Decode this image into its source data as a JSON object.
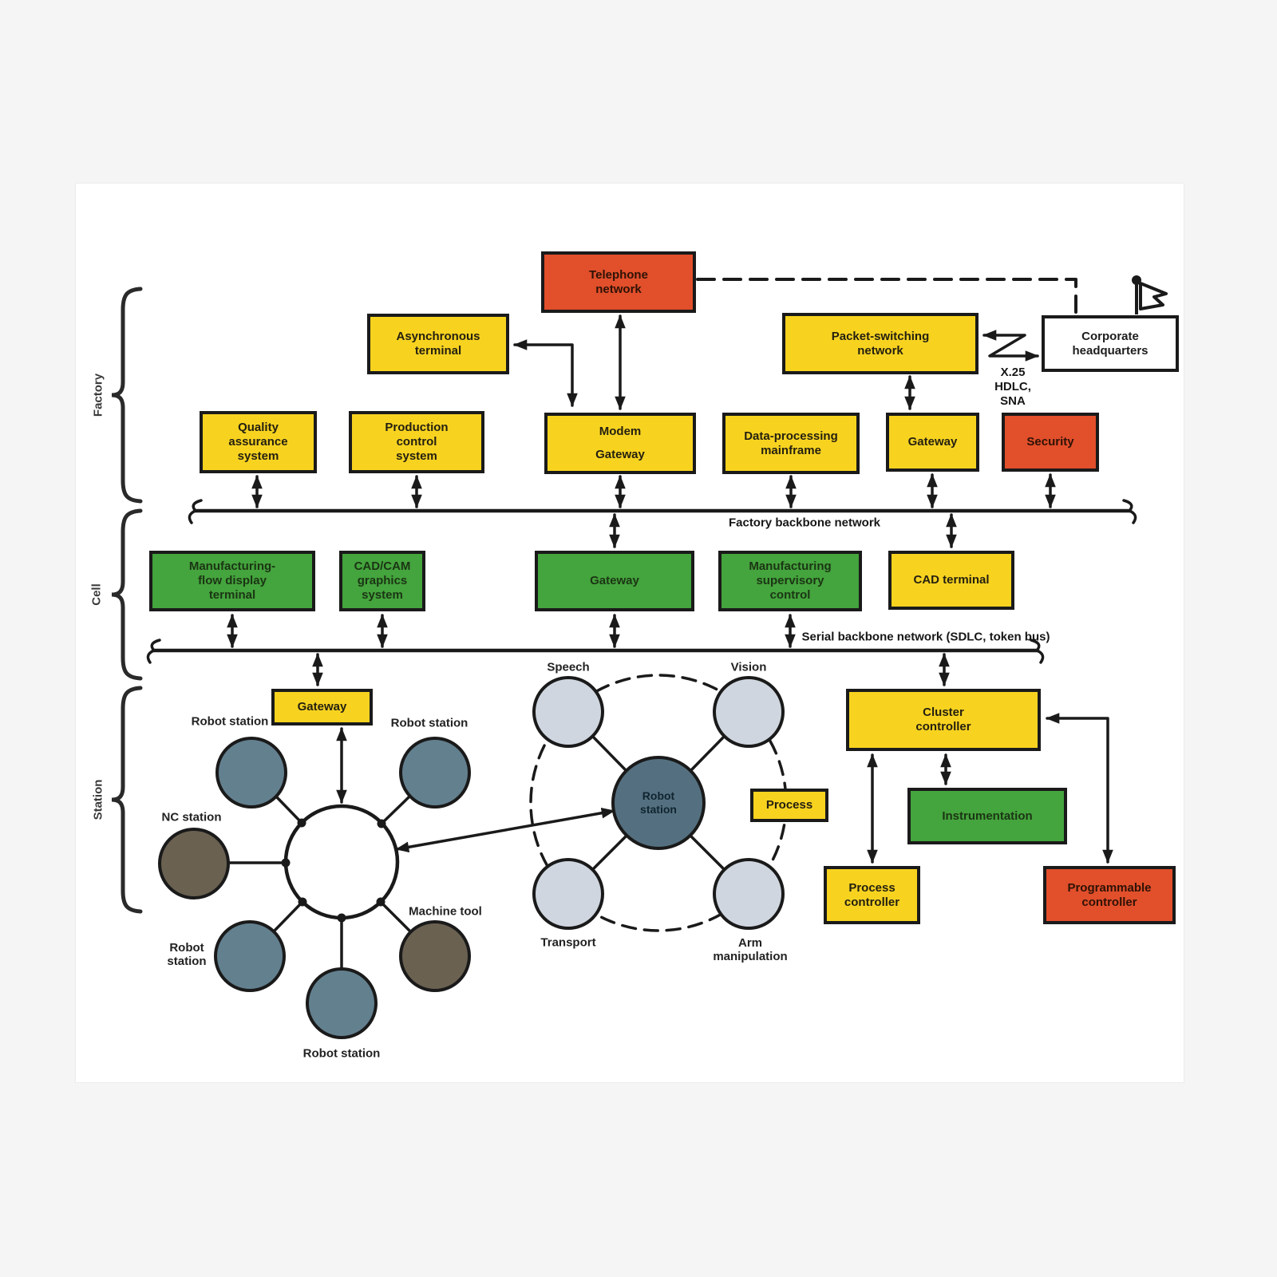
{
  "colors": {
    "yellow": "#F7D320",
    "green": "#44A43D",
    "red_orange": "#E14F2B",
    "steel_blue_circle": "#63808F",
    "dark_steel_hub": "#547080",
    "light_gray_circle": "#CFD6DF",
    "olive_circle": "#6A6151",
    "line": "#1A1A1A",
    "page_background": "#FFFFFF",
    "canvas_background": "#F5F5F6"
  },
  "brackets": {
    "factory": "Factory",
    "cell": "Cell",
    "station": "Station"
  },
  "nodes": {
    "telephone_network": "Telephone network",
    "asynchronous_terminal": "Asynchronous terminal",
    "packet_switching": "Packet-switching network",
    "corporate_hq": "Corporate headquarters",
    "quality_assurance": "Quality assurance system",
    "production_control": "Production control system",
    "modem": "Modem",
    "modem_gateway": "Gateway",
    "data_processing": "Data-processing mainframe",
    "gateway_factory": "Gateway",
    "security": "Security",
    "mfg_flow": "Manufacturing-flow display terminal",
    "cadcam": "CAD/CAM graphics system",
    "gateway_cell": "Gateway",
    "mfg_supervisory": "Manufacturing supervisory control",
    "cad_terminal": "CAD terminal",
    "gateway_station": "Gateway",
    "cluster_controller": "Cluster controller",
    "instrumentation": "Instrumentation",
    "process": "Process",
    "process_controller": "Process controller",
    "programmable_controller": "Programmable controller",
    "robot_station_hub": "Robot station"
  },
  "circle_labels": {
    "robot_station_tl": "Robot station",
    "robot_station_tr": "Robot station",
    "nc_station": "NC station",
    "robot_station_bl": "Robot station",
    "machine_tool": "Machine tool",
    "robot_station_bottom": "Robot station",
    "speech": "Speech",
    "vision": "Vision",
    "transport": "Transport",
    "arm_manipulation": "Arm manipulation"
  },
  "bus_labels": {
    "factory_backbone": "Factory backbone network",
    "serial_backbone": "Serial backbone network (SDLC, token bus)"
  },
  "protocol_label": {
    "l1": "X.25",
    "l2": "HDLC,",
    "l3": "SNA"
  }
}
